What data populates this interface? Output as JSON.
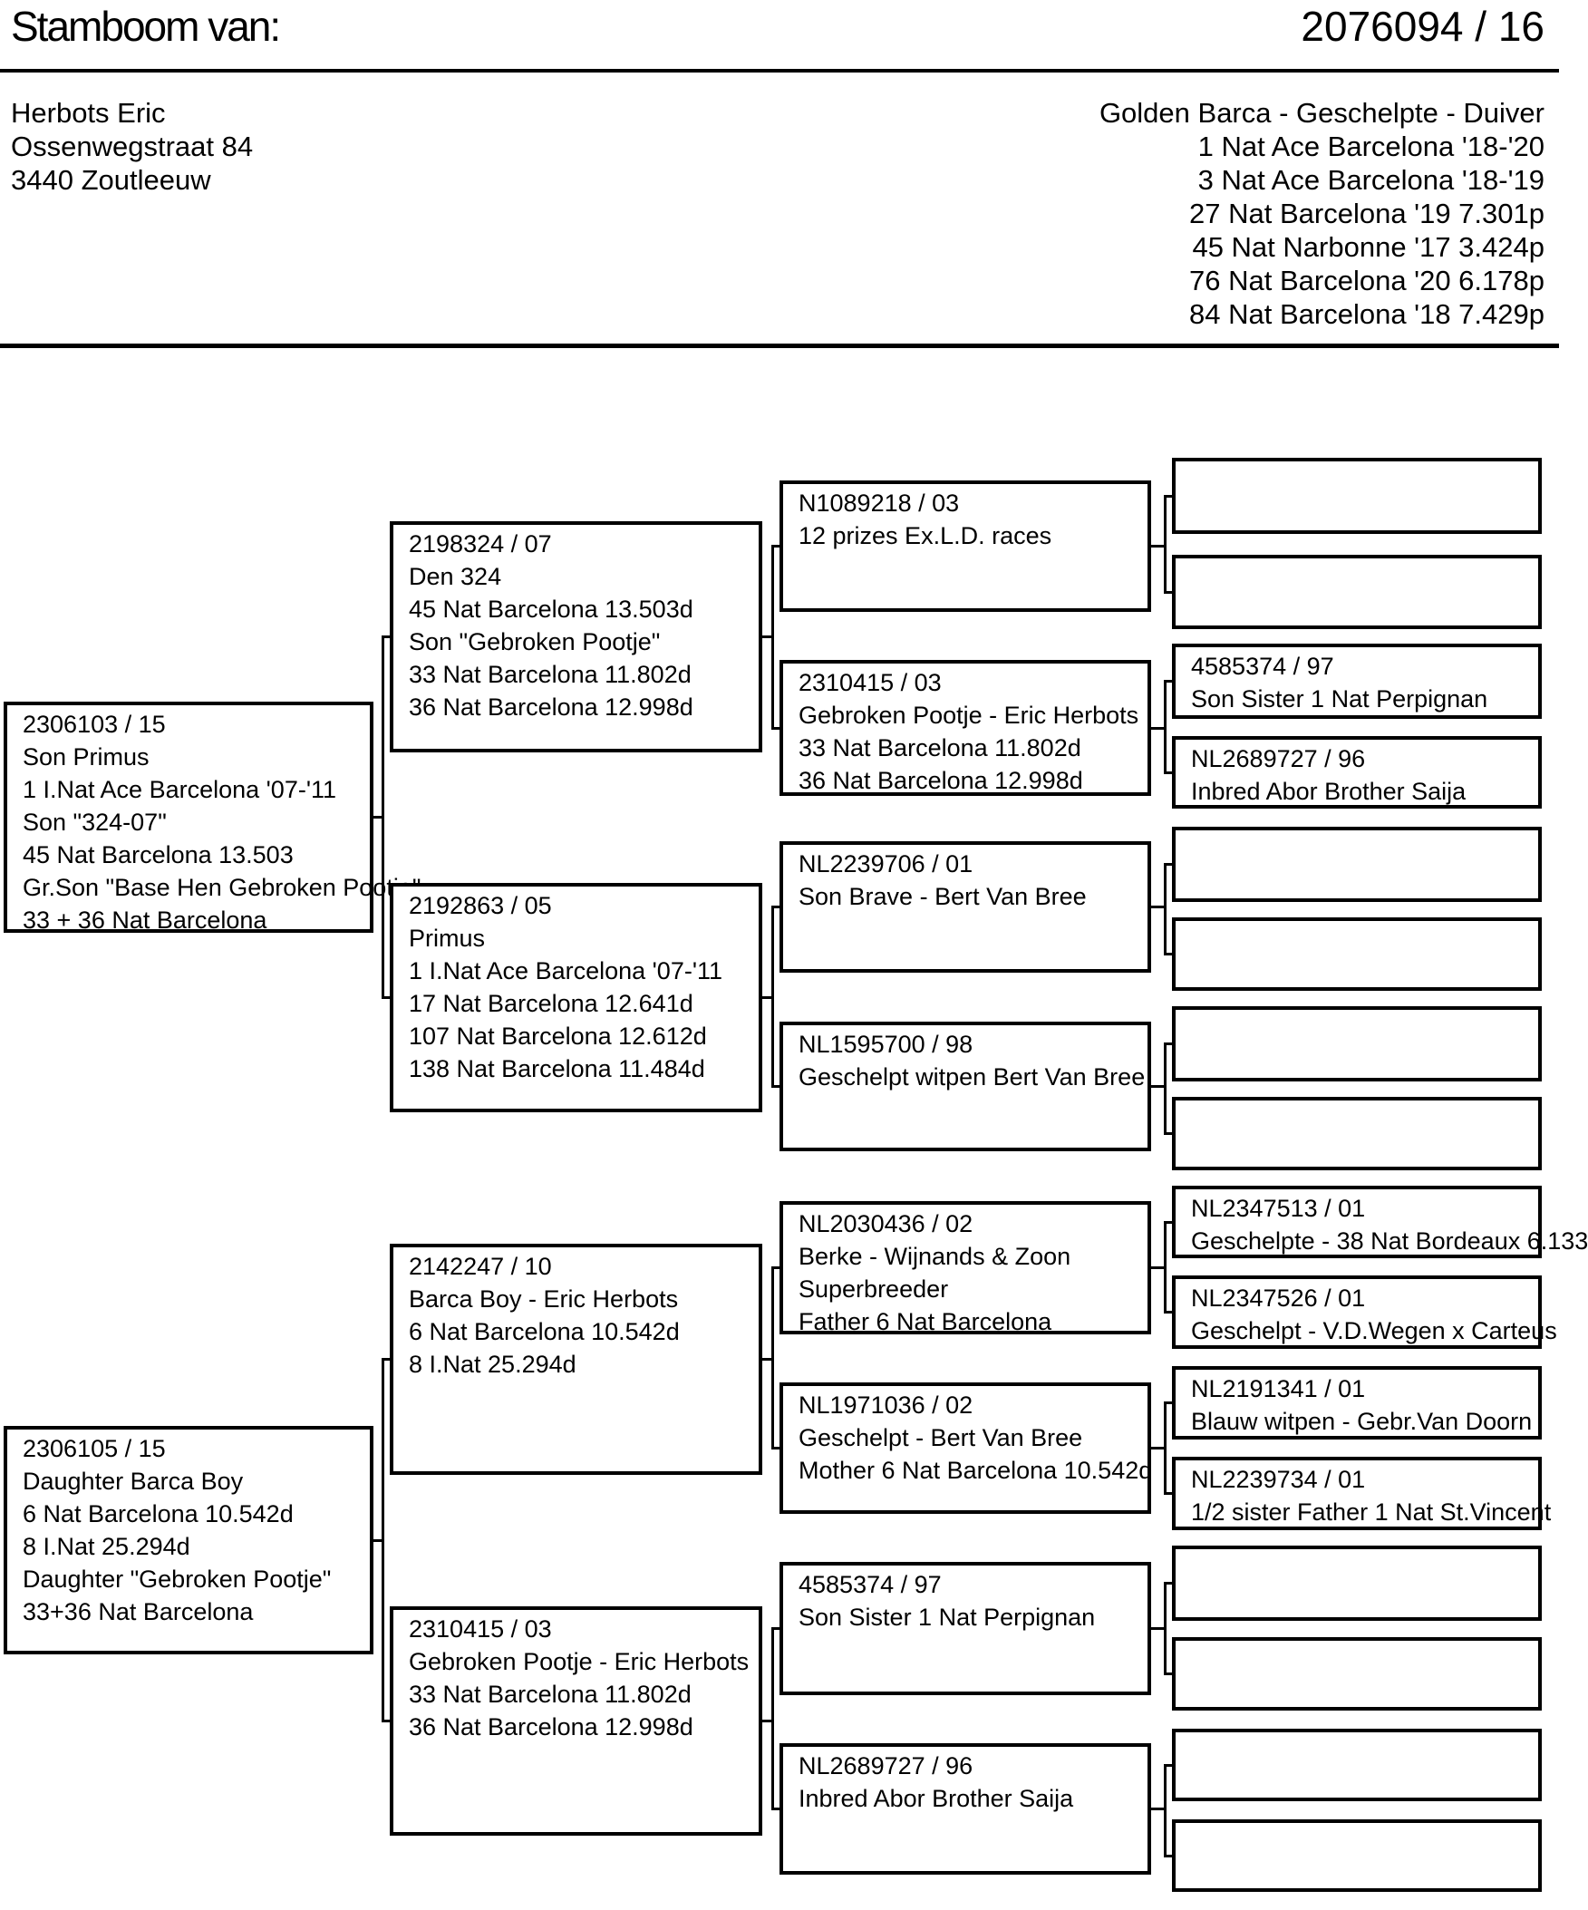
{
  "header": {
    "title": "Stamboom van:",
    "ring_number": "2076094 / 16",
    "owner": {
      "name": "Herbots Eric",
      "street": "Ossenwegstraat 84",
      "city": "3440 Zoutleeuw"
    },
    "bird": {
      "name_line": "Golden Barca - Geschelpte - Duiver",
      "achievements": [
        "1 Nat Ace Barcelona '18-'20",
        "3 Nat Ace Barcelona '18-'19",
        "27 Nat Barcelona '19 7.301p",
        "45 Nat Narbonne '17 3.424p",
        "76 Nat Barcelona '20 6.178p",
        "84 Nat Barcelona '18 7.429p"
      ]
    }
  },
  "pedigree": {
    "generation1": [
      {
        "lines": [
          "2306103 / 15",
          "Son Primus",
          "1 I.Nat Ace Barcelona '07-'11",
          "Son \"324-07\"",
          "45 Nat Barcelona 13.503",
          "Gr.Son \"Base Hen Gebroken Pootje\"",
          "33 + 36 Nat Barcelona"
        ]
      },
      {
        "lines": [
          "2306105 / 15",
          "Daughter Barca Boy",
          "6 Nat Barcelona 10.542d",
          "8 I.Nat 25.294d",
          "Daughter \"Gebroken Pootje\"",
          "33+36 Nat Barcelona"
        ]
      }
    ],
    "generation2": [
      {
        "lines": [
          "2198324 / 07",
          "Den 324",
          "45 Nat Barcelona 13.503d",
          "Son \"Gebroken Pootje\"",
          "33 Nat Barcelona 11.802d",
          "36 Nat Barcelona 12.998d"
        ]
      },
      {
        "lines": [
          "2192863 / 05",
          "Primus",
          "1 I.Nat Ace Barcelona '07-'11",
          "17 Nat Barcelona 12.641d",
          "107 Nat Barcelona 12.612d",
          "138 Nat Barcelona 11.484d"
        ]
      },
      {
        "lines": [
          "2142247 / 10",
          "Barca Boy - Eric Herbots",
          "6 Nat Barcelona 10.542d",
          "8 I.Nat 25.294d"
        ]
      },
      {
        "lines": [
          "2310415 / 03",
          "Gebroken Pootje - Eric Herbots",
          "33 Nat Barcelona 11.802d",
          "36 Nat Barcelona 12.998d"
        ]
      }
    ],
    "generation3": [
      {
        "lines": [
          "N1089218 / 03",
          "12 prizes Ex.L.D. races"
        ]
      },
      {
        "lines": [
          "2310415 / 03",
          "Gebroken Pootje - Eric Herbots",
          "33 Nat Barcelona 11.802d",
          "36 Nat Barcelona 12.998d"
        ]
      },
      {
        "lines": [
          "NL2239706 / 01",
          "Son Brave - Bert Van Bree"
        ]
      },
      {
        "lines": [
          "NL1595700 / 98",
          "Geschelpt witpen Bert Van Bree"
        ]
      },
      {
        "lines": [
          "NL2030436 / 02",
          "Berke - Wijnands & Zoon",
          "Superbreeder",
          "Father 6 Nat Barcelona"
        ]
      },
      {
        "lines": [
          "NL1971036 / 02",
          "Geschelpt - Bert Van Bree",
          "Mother 6 Nat Barcelona 10.542d"
        ]
      },
      {
        "lines": [
          "4585374 / 97",
          "Son Sister 1 Nat Perpignan"
        ]
      },
      {
        "lines": [
          "NL2689727 / 96",
          "Inbred Abor Brother Saija"
        ]
      }
    ],
    "generation4": [
      {
        "lines": []
      },
      {
        "lines": []
      },
      {
        "lines": [
          "4585374 / 97",
          "Son Sister 1 Nat Perpignan"
        ]
      },
      {
        "lines": [
          "NL2689727 / 96",
          "Inbred Abor Brother Saija"
        ]
      },
      {
        "lines": []
      },
      {
        "lines": []
      },
      {
        "lines": []
      },
      {
        "lines": []
      },
      {
        "lines": [
          "NL2347513 / 01",
          "Geschelpte - 38 Nat Bordeaux 6.133"
        ]
      },
      {
        "lines": [
          "NL2347526 / 01",
          "Geschelpt - V.D.Wegen x Carteus"
        ]
      },
      {
        "lines": [
          "NL2191341 / 01",
          "Blauw witpen - Gebr.Van Doorn"
        ]
      },
      {
        "lines": [
          "NL2239734 / 01",
          "1/2 sister Father 1 Nat St.Vincent"
        ]
      },
      {
        "lines": []
      },
      {
        "lines": []
      },
      {
        "lines": []
      },
      {
        "lines": []
      }
    ]
  },
  "colors": {
    "ink": "#000000",
    "paper": "#ffffff"
  }
}
